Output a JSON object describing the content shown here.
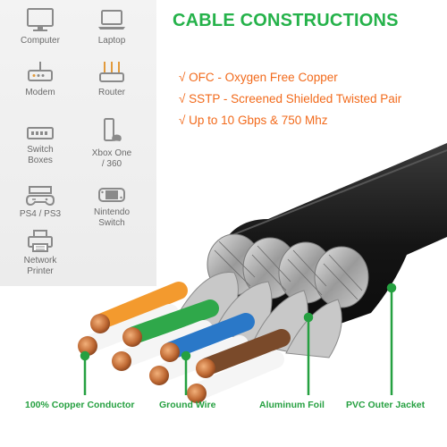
{
  "headline": "CABLE CONSTRUCTIONS",
  "specs": [
    "√ OFC - Oxygen Free Copper",
    "√ SSTP - Screened Shielded Twisted Pair",
    "√ Up to 10 Gbps & 750 Mhz"
  ],
  "devices": [
    {
      "label": "Computer",
      "icon": "computer-icon"
    },
    {
      "label": "Laptop",
      "icon": "laptop-icon"
    },
    {
      "label": "Modem",
      "icon": "modem-icon"
    },
    {
      "label": "Router",
      "icon": "router-icon"
    },
    {
      "label": "Switch\nBoxes",
      "icon": "switch-box-icon"
    },
    {
      "label": "Xbox One\n/ 360",
      "icon": "xbox-icon"
    },
    {
      "label": "PS4 / PS3",
      "icon": "gamepad-icon"
    },
    {
      "label": "Nintendo\nSwitch",
      "icon": "nintendo-switch-icon"
    },
    {
      "label": "Network\nPrinter",
      "icon": "printer-icon"
    }
  ],
  "callouts": [
    "100% Copper Conductor",
    "Ground Wire",
    "Aluminum Foil",
    "PVC Outer Jacket"
  ],
  "colors": {
    "headline": "#25b24a",
    "specs": "#f26a1b",
    "callout": "#25a040",
    "jacket": "#1a1a1a"
  }
}
